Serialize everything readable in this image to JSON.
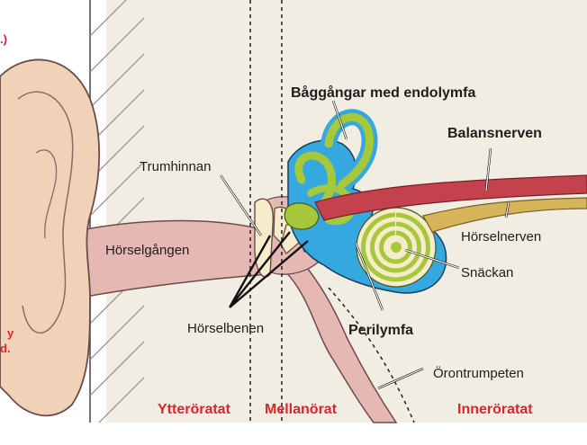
{
  "labels": {
    "baggangar": "Båggångar med endolymfa",
    "balansnerven": "Balansnerven",
    "trumhinnan": "Trumhinnan",
    "horselgangen": "Hörselgången",
    "horselnerven": "Hörselnerven",
    "snackan": "Snäckan",
    "horselbenen": "Hörselbenen",
    "perilymfa": "Perilymfa",
    "orontrumpeten": "Örontrumpeten"
  },
  "regions": {
    "ytterorat": "Ytteröratat",
    "mellanorat": "Mellanörat",
    "innerorat": "Inneröratat"
  },
  "edge_fragments": {
    "top": ".)",
    "mid1": "y",
    "mid2": "d."
  },
  "colors": {
    "region_text": "#d9262e",
    "skin": "#f0d2b8",
    "bone_bg": "#f2ede3",
    "canal": "#e6b8b4",
    "endolymph_blue": "#35a8df",
    "ossicle_green": "#a8c83c",
    "nerve_red": "#c4424e",
    "nerve_tan": "#d6b45a"
  }
}
